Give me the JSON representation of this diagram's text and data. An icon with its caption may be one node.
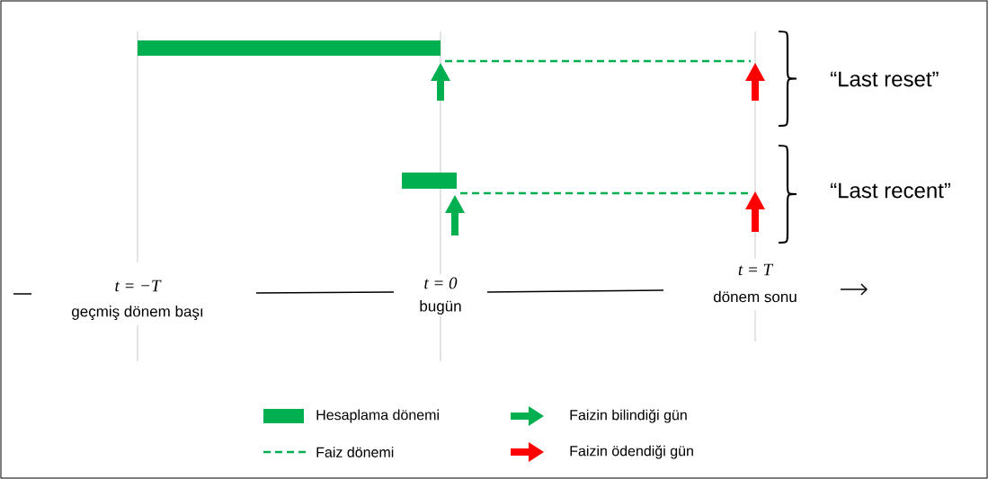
{
  "diagram": {
    "labels": [
      "“Last reset”",
      "“Last recent”",
      "t = −T",
      "geçmiş dönem başı",
      "t = 0",
      "bugün",
      "t = T",
      "dönem sonu"
    ],
    "legend": [
      {
        "text": "Hesaplama dönemi",
        "color": "#00b050"
      },
      {
        "text": "Faiz dönemi"
      },
      {
        "text": "Faizin bilindiği gün"
      },
      {
        "text": "Faizin ödendiği gün"
      }
    ]
  }
}
